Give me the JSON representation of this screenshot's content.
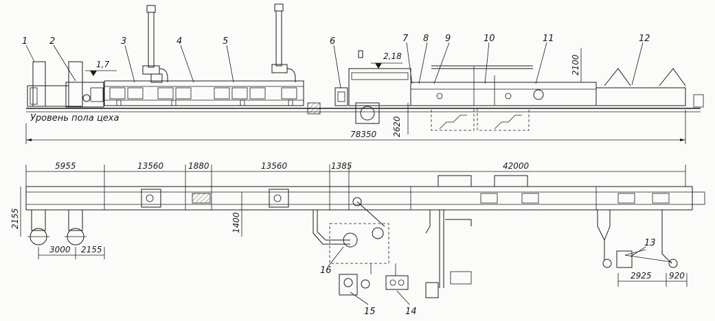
{
  "floor_label": "Уровень пола цеха",
  "callouts": [
    "1",
    "2",
    "3",
    "4",
    "5",
    "6",
    "7",
    "8",
    "9",
    "10",
    "11",
    "12",
    "13",
    "14",
    "15",
    "16"
  ],
  "elevations": {
    "left": "1,7",
    "middle": "2,18"
  },
  "dimensions": {
    "total_length": "78350",
    "pit_depth": "2620",
    "height_right": "2100",
    "seg_1": "5955",
    "seg_2": "13560",
    "seg_3": "1880",
    "seg_4": "13560",
    "seg_5": "1385",
    "seg_6": "42000",
    "width_left": "2155",
    "offset_1400": "1400",
    "bottom_3000": "3000",
    "bottom_2155": "2155",
    "bottom_2925": "2925",
    "bottom_920": "920"
  }
}
